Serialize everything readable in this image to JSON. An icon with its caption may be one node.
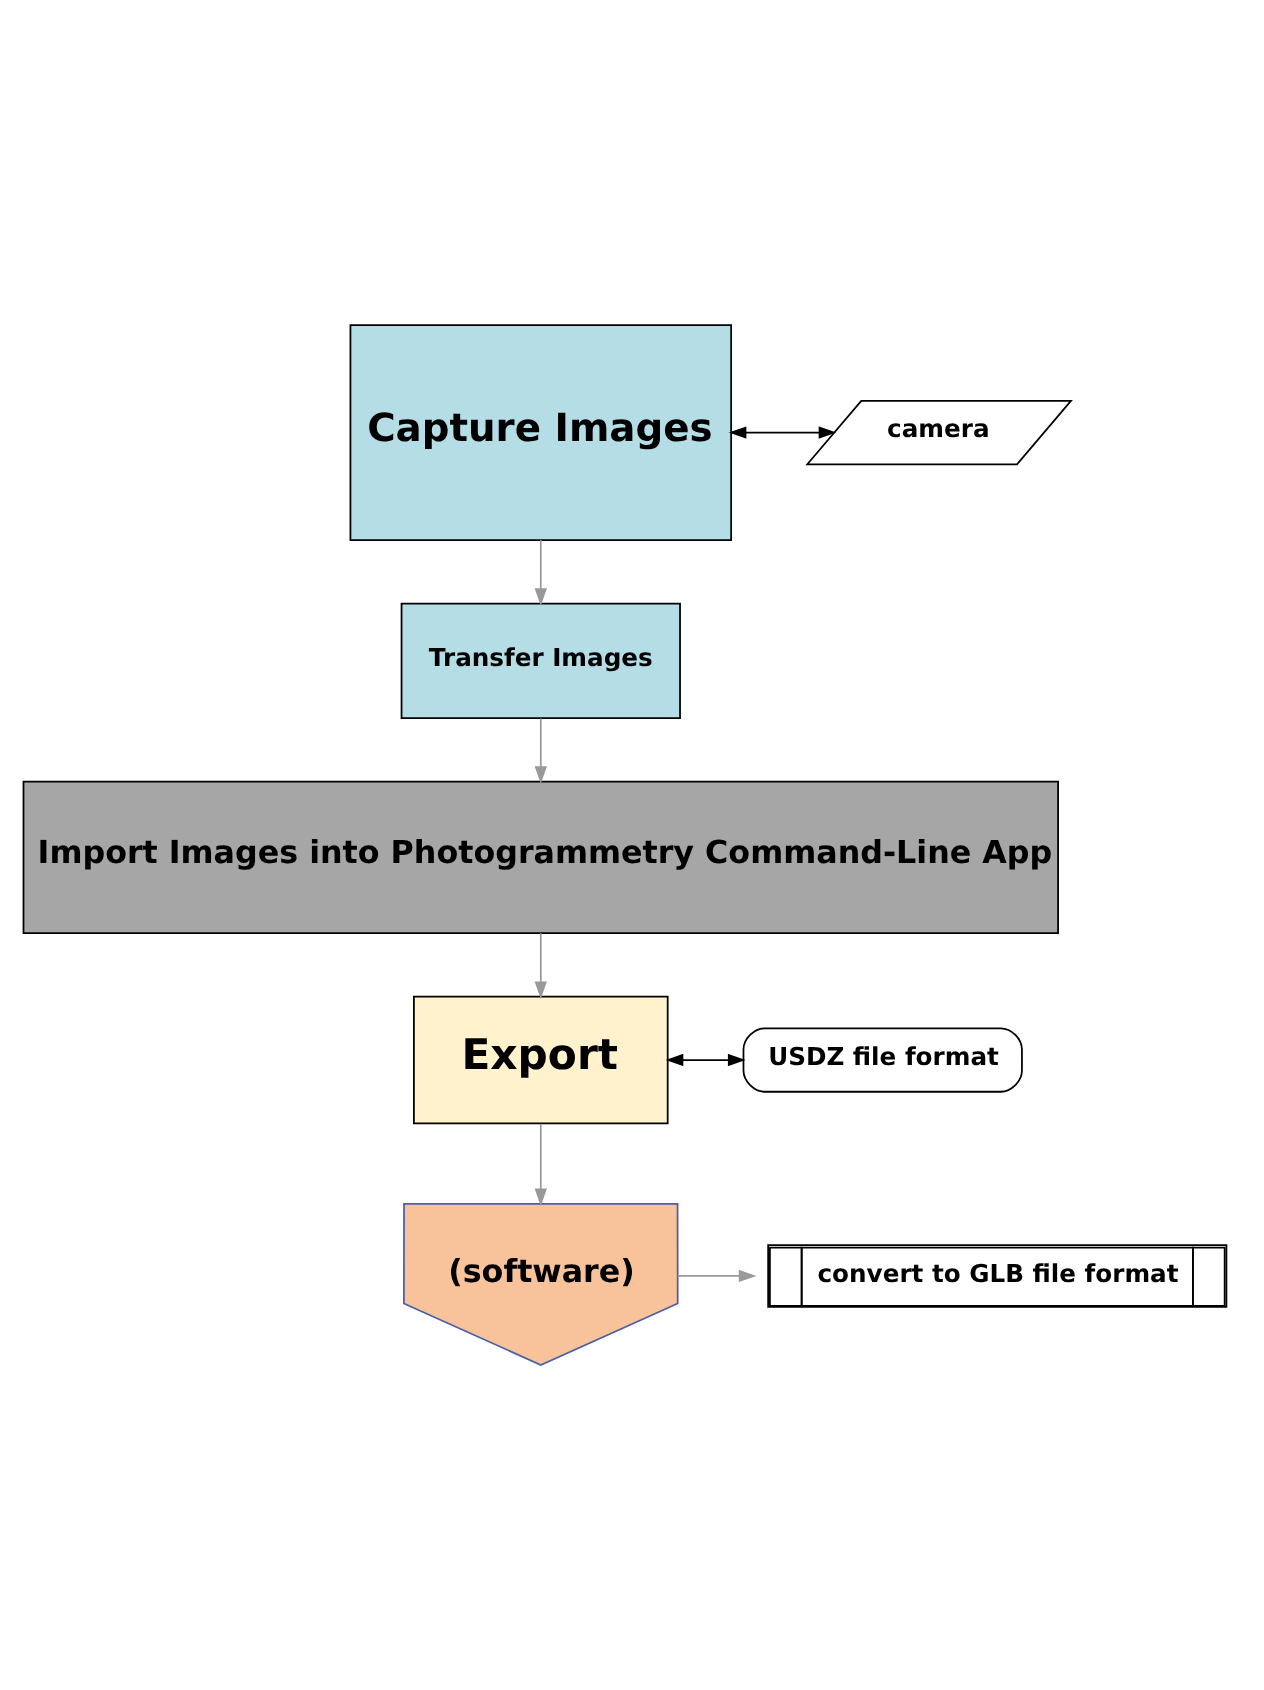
{
  "diagram": {
    "nodes": [
      {
        "text": [
          "Capture Images"
        ]
      },
      {
        "text": [
          "camera"
        ]
      },
      {
        "text": [
          "Transfer Images"
        ]
      },
      {
        "text": [
          "Import Images into Photogrammetry Command-Line App"
        ]
      },
      {
        "text": [
          "Export"
        ]
      },
      {
        "text": [
          "USDZ file format"
        ]
      },
      {
        "text": [
          "(software)"
        ]
      },
      {
        "text": [
          "convert to GLB file format"
        ]
      }
    ],
    "edges": [
      {
        "from": 0,
        "to": 1,
        "arrow": "both",
        "color": "#000000"
      },
      {
        "from": 0,
        "to": 2,
        "arrow": "to"
      },
      {
        "from": 2,
        "to": 3,
        "arrow": "to"
      },
      {
        "from": 3,
        "to": 4,
        "arrow": "to"
      },
      {
        "from": 4,
        "to": 5,
        "arrow": "both",
        "color": "#000000"
      },
      {
        "from": 4,
        "to": 6,
        "arrow": "to"
      },
      {
        "from": 6,
        "to": 7,
        "arrow": "to"
      }
    ]
  }
}
